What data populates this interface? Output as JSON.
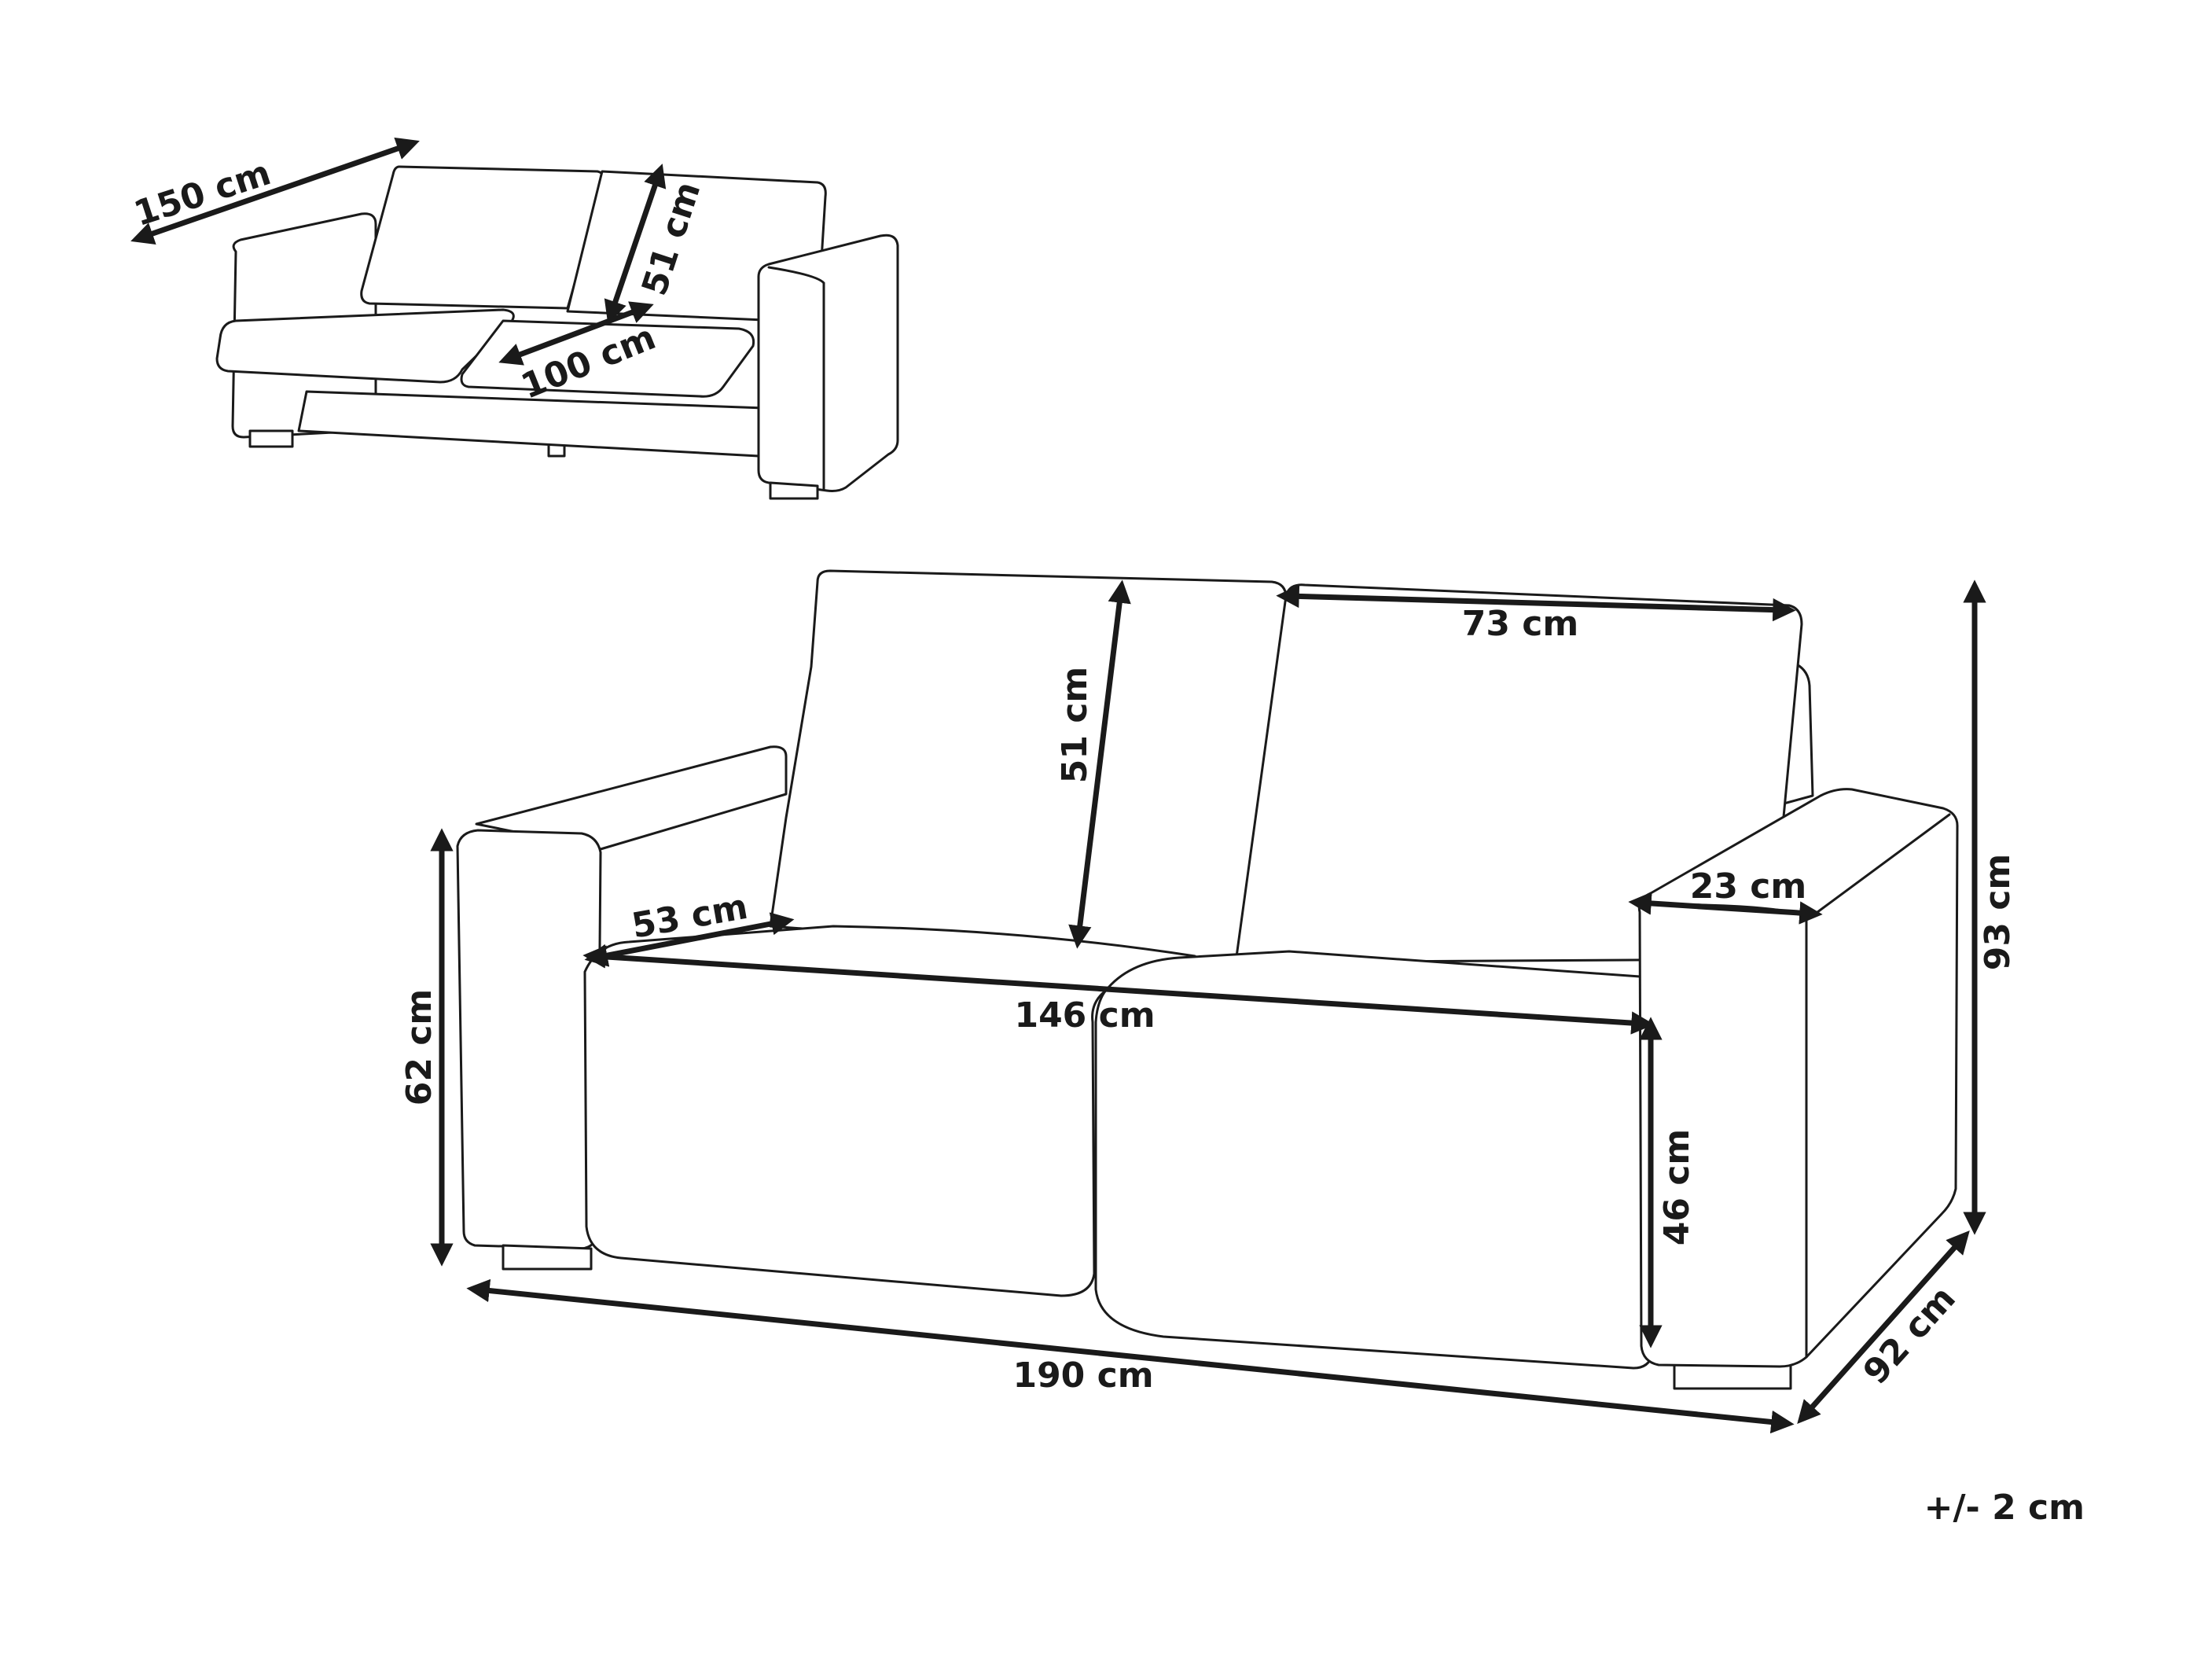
{
  "sofa_bed_view": {
    "width_label": "150 cm",
    "backrest_height_label": "51 cm",
    "seat_depth_label": "100 cm"
  },
  "sofa_view": {
    "backrest_height_label": "51 cm",
    "cushion_width_label": "73 cm",
    "seat_depth_label": "53 cm",
    "armrest_width_label": "23 cm",
    "seat_width_label": "146 cm",
    "armrest_height_label": "62 cm",
    "seat_height_label": "46 cm",
    "total_height_label": "93 cm",
    "total_width_label": "190 cm",
    "total_depth_label": "92 cm"
  },
  "tolerance_note": "+/- 2 cm",
  "colors": {
    "line": "#1a1a1a",
    "background": "#ffffff"
  }
}
